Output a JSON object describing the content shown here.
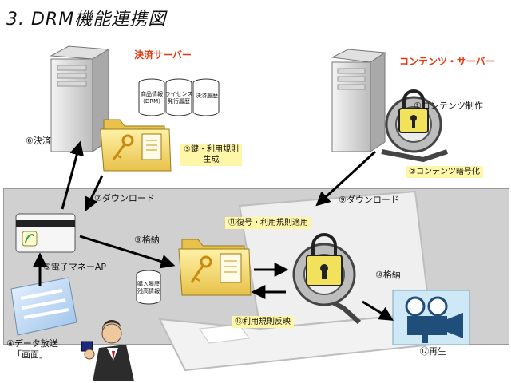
{
  "title": "3. DRM機能連携図",
  "payment_server": {
    "label": "決済サーバー"
  },
  "content_server": {
    "label": "コンテンツ・サーバー"
  },
  "databases": [
    {
      "label": "商品情報\n（DRM）"
    },
    {
      "label": "ライセンス\n発行履歴"
    },
    {
      "label": "決済履歴"
    }
  ],
  "purchase_db": {
    "label": "購入履歴\n残高情報"
  },
  "steps": {
    "s1": "①コンテンツ制作",
    "s2": "②コンテンツ暗号化",
    "s3": "③鍵・利用規則\n生成",
    "s4_line1": "④データ放送",
    "s4_line2": "「画面」",
    "s5": "⑤電子マネーAP",
    "s6": "⑥決済",
    "s7": "⑦ダウンロード",
    "s8": "⑧格納",
    "s9": "⑨ダウンロード",
    "s10": "⑩格納",
    "s11": "⑪復号・利用規則適用",
    "s12": "⑫再生",
    "s13": "⑬利用規則反映"
  },
  "colors": {
    "accent_red": "#e23a10",
    "label_yellow": "#fff7a8",
    "band_gray": "#d0d0d0"
  }
}
